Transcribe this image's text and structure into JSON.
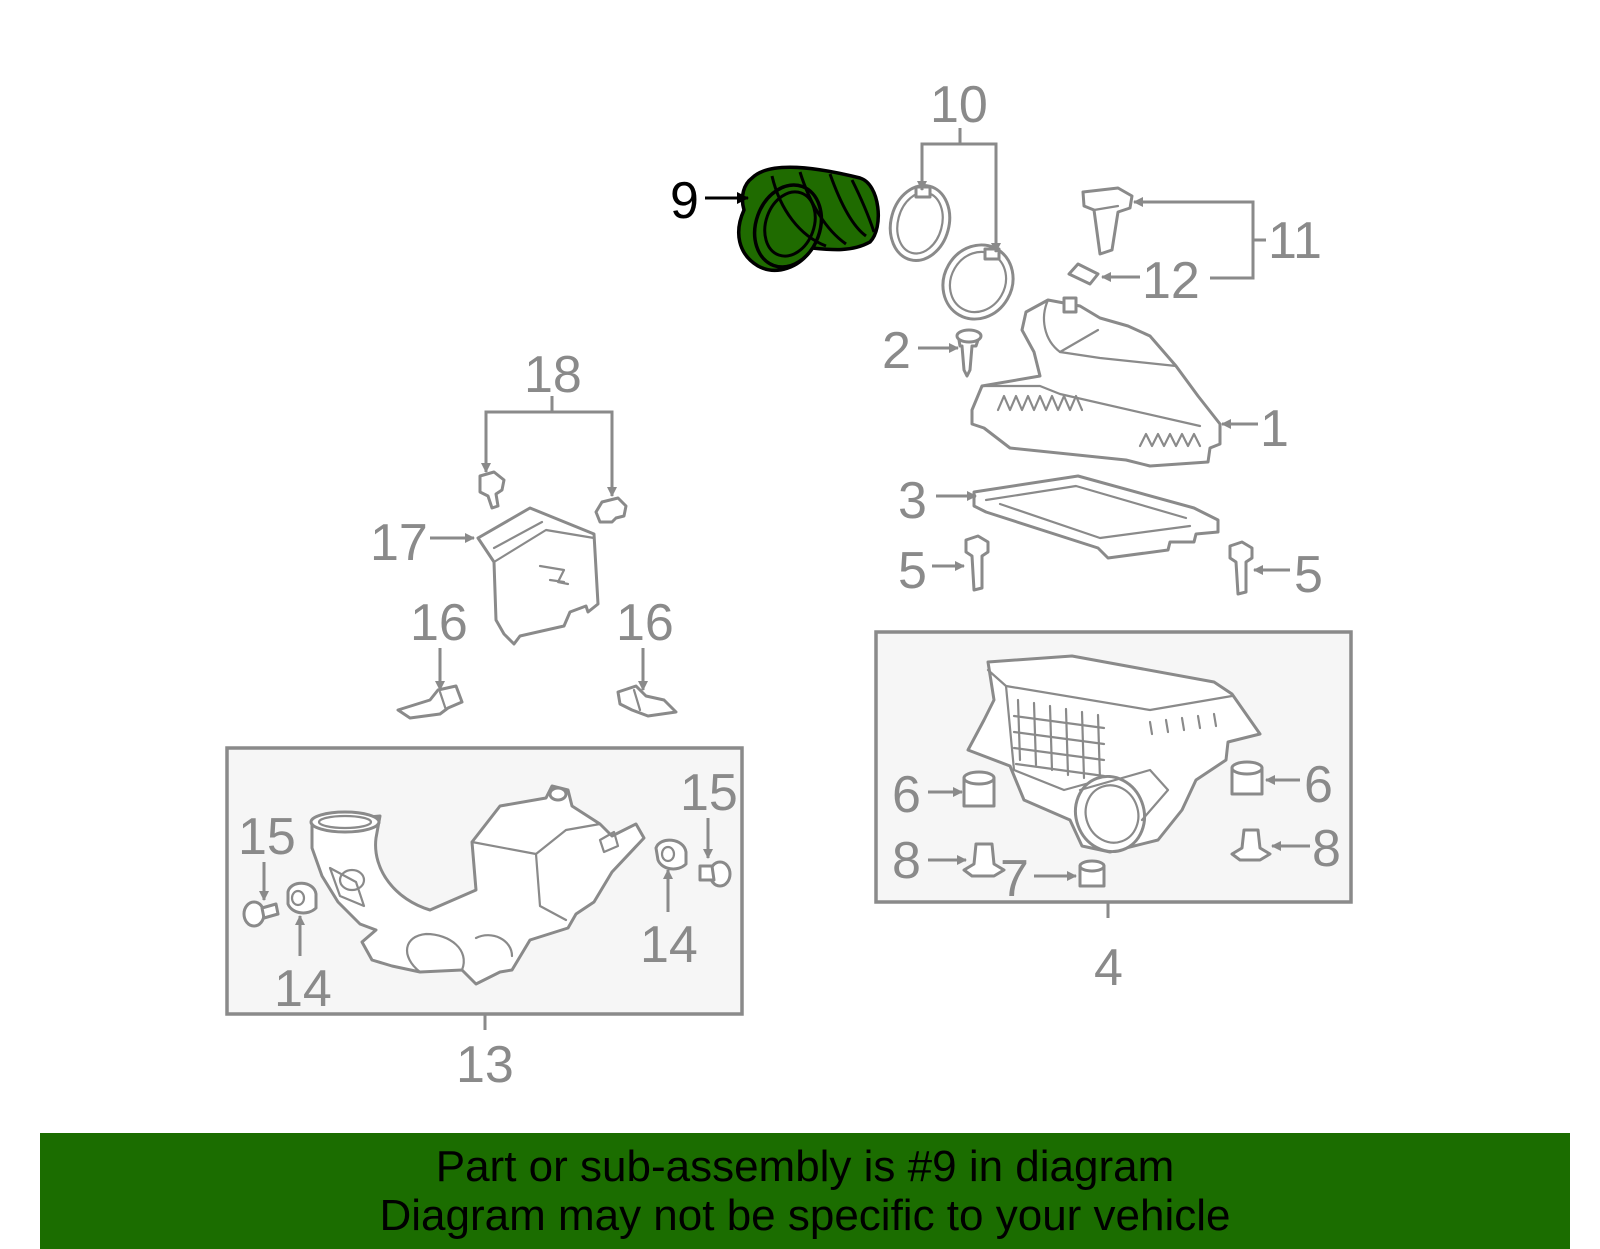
{
  "callouts": {
    "p1": "1",
    "p2": "2",
    "p3": "3",
    "p4": "4",
    "p5a": "5",
    "p5b": "5",
    "p6a": "6",
    "p6b": "6",
    "p7": "7",
    "p8a": "8",
    "p8b": "8",
    "p9": "9",
    "p10": "10",
    "p11": "11",
    "p12": "12",
    "p13": "13",
    "p14a": "14",
    "p14b": "14",
    "p15a": "15",
    "p15b": "15",
    "p16a": "16",
    "p16b": "16",
    "p17": "17",
    "p18": "18"
  },
  "highlighted_part": "9",
  "colors": {
    "highlight_green": "#1f6b00",
    "banner_green": "#1b6d00",
    "line_gray": "#8a8a8a",
    "box_fill": "#f6f6f6"
  },
  "banner": {
    "line1": "Part or sub-assembly is #9 in diagram",
    "line2": "Diagram may not be specific to your vehicle"
  }
}
